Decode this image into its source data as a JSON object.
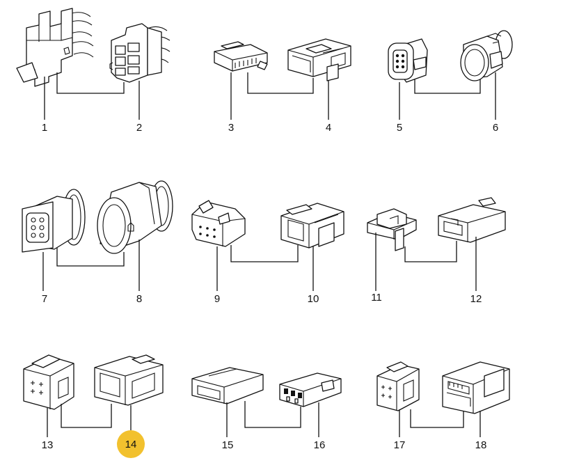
{
  "diagram": {
    "callouts": [
      "1",
      "2",
      "3",
      "4",
      "5",
      "6",
      "7",
      "8",
      "9",
      "10",
      "11",
      "12",
      "13",
      "14",
      "15",
      "16",
      "17",
      "18"
    ],
    "highlighted": "14",
    "highlight_color": "#f2c12e",
    "line_color": "#111111"
  }
}
